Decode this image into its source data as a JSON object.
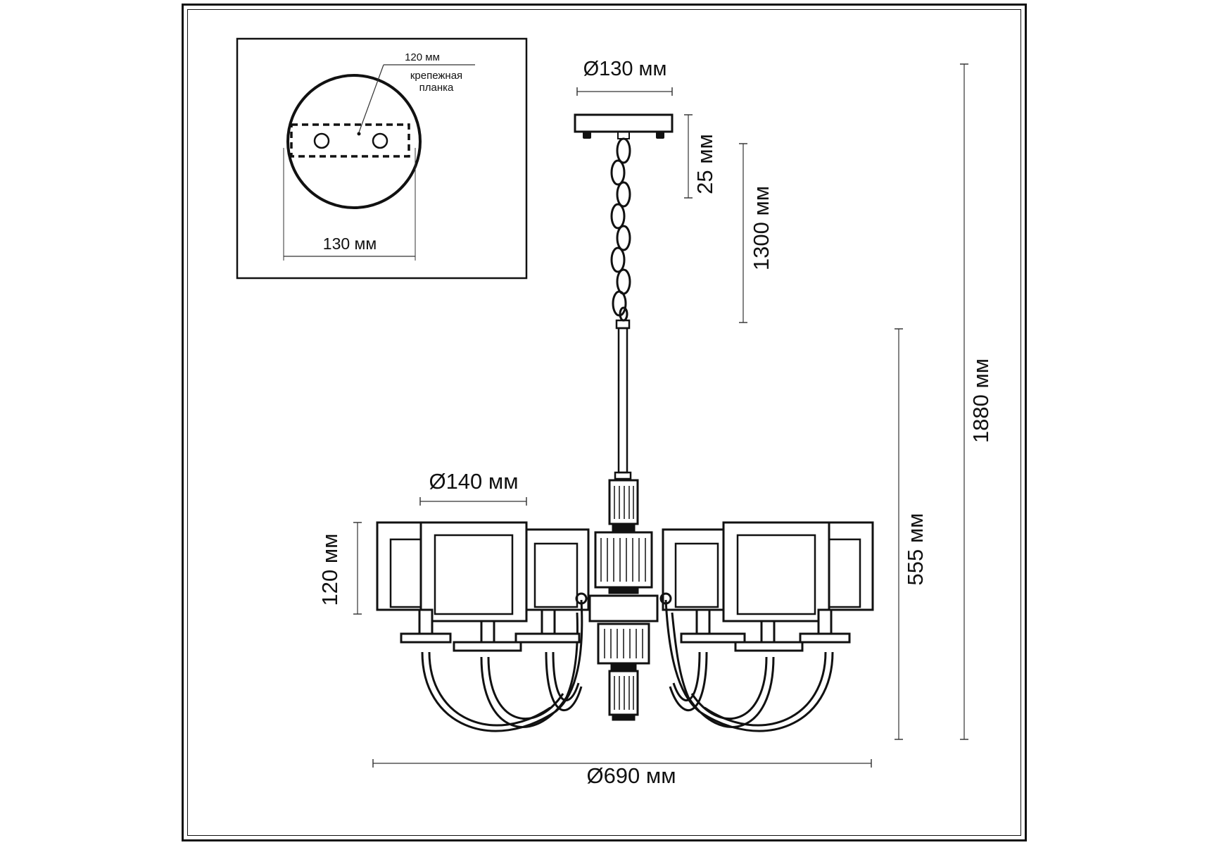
{
  "inset": {
    "bracket_width_label": "120 мм",
    "bracket_name_line1": "крепежная",
    "bracket_name_line2": "планка",
    "canopy_width_label": "130 мм"
  },
  "dimensions": {
    "canopy_diameter": "Ø130 мм",
    "canopy_height": "25 мм",
    "chain_length": "1300 мм",
    "total_height": "1880 мм",
    "body_height": "555 мм",
    "shade_diameter": "Ø140 мм",
    "shade_height": "120 мм",
    "overall_diameter": "Ø690 мм"
  },
  "colors": {
    "line": "#111111",
    "dimension": "#333333",
    "background": "#ffffff"
  }
}
